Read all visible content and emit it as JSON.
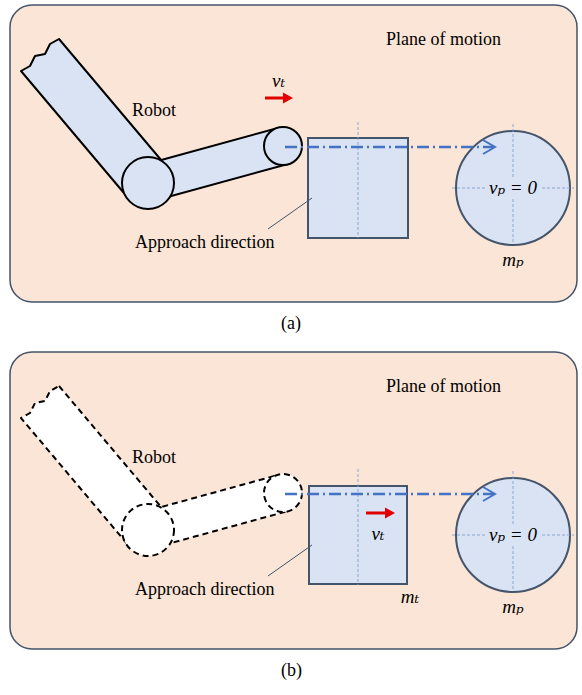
{
  "diagram": {
    "nodes": [
      {
        "text": [
          "Plane of motion"
        ]
      },
      {
        "text": [
          "vₚ = 0",
          "mₚ"
        ],
        "in": 0
      },
      {
        "text": [
          "Plane of motion"
        ]
      },
      {
        "text": [
          "vₜ",
          "mₜ"
        ],
        "in": 2
      },
      {
        "text": [
          "vₚ = 0",
          "mₚ"
        ],
        "in": 2
      }
    ],
    "labels": [
      "Robot",
      "vₜ",
      "Approach direction",
      "(a)",
      "Robot",
      "Approach direction",
      "(b)"
    ]
  }
}
